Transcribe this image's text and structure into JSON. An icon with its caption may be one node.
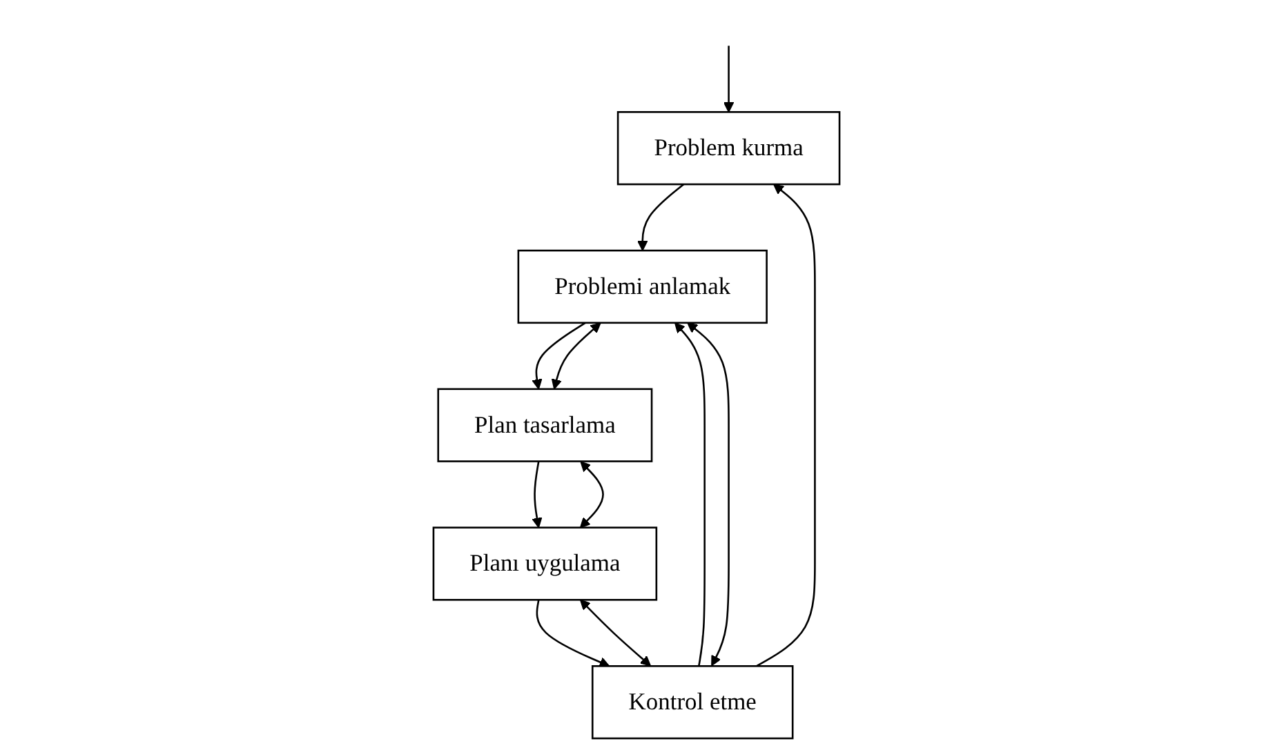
{
  "diagram": {
    "nodes": [
      {
        "text": [
          "Problem kurma"
        ]
      },
      {
        "text": [
          "Problemi anlamak"
        ]
      },
      {
        "text": [
          "Kontrol etme"
        ]
      },
      {
        "text": [
          "Plan tasarlama"
        ]
      },
      {
        "text": [
          "Planı uygulama"
        ]
      }
    ],
    "edges": [
      {
        "from": null,
        "to": 0,
        "arrow": "to"
      },
      {
        "from": 0,
        "to": 1,
        "arrow": "to"
      },
      {
        "from": 1,
        "to": 3,
        "arrow": "to"
      },
      {
        "from": 3,
        "to": 4,
        "arrow": "to"
      },
      {
        "from": 4,
        "to": 2,
        "arrow": "to"
      },
      {
        "from": 2,
        "to": 0,
        "arrow": "to"
      },
      {
        "from": 2,
        "to": 1,
        "arrow": "to"
      },
      {
        "from": 2,
        "to": 1,
        "arrow": "both"
      },
      {
        "from": 1,
        "to": 3,
        "arrow": "both"
      },
      {
        "from": 2,
        "to": 4,
        "arrow": "both"
      },
      {
        "from": 3,
        "to": 4,
        "arrow": "both"
      }
    ]
  }
}
